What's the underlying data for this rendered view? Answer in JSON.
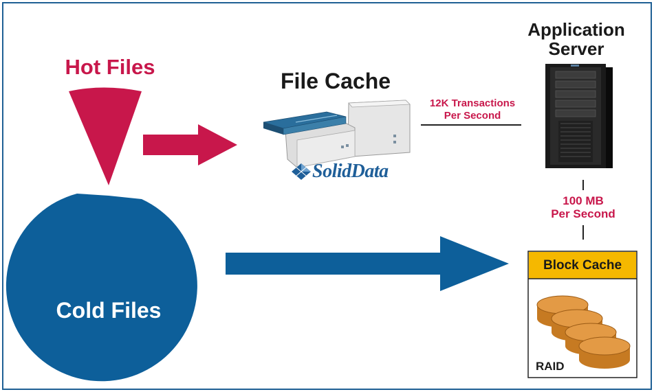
{
  "hot_files": {
    "label": "Hot Files",
    "color": "#c8174b"
  },
  "cold_files": {
    "label": "Cold Files",
    "color": "#0d5f9a"
  },
  "file_cache": {
    "title": "File Cache",
    "brand": "SolidData"
  },
  "link_transactions": {
    "line1": "12K Transactions",
    "line2": "Per Second"
  },
  "app_server": {
    "line1": "Application",
    "line2": "Server"
  },
  "link_bandwidth": {
    "line1": "100 MB",
    "line2": "Per Second"
  },
  "block_cache": {
    "label": "Block Cache",
    "header_color": "#f5b800",
    "disk_color": "#d88b2d"
  },
  "raid": {
    "label": "RAID"
  },
  "icons": [
    "hot-arrow-icon",
    "cold-arrow-icon",
    "file-cache-appliance-icon",
    "soliddata-logo-icon",
    "server-rack-icon",
    "raid-disk-stack-icon"
  ]
}
